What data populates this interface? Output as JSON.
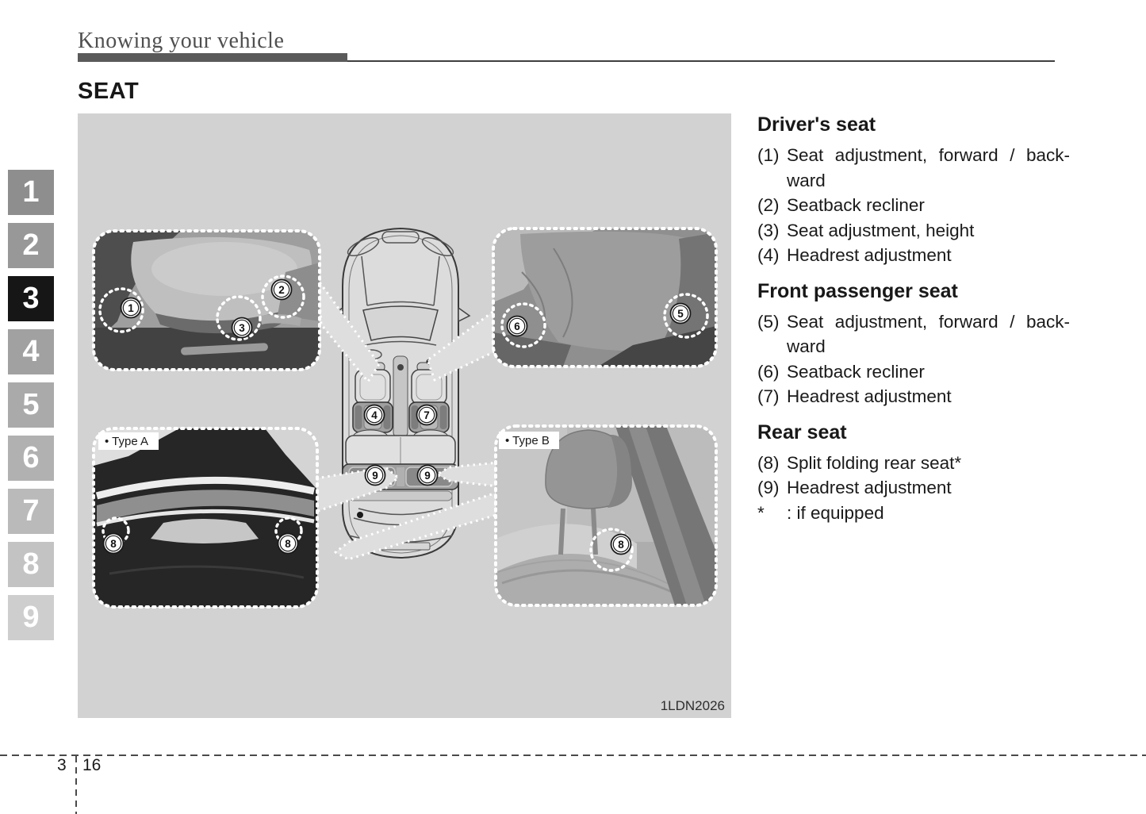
{
  "header": {
    "title": "Knowing your vehicle"
  },
  "section_title": "SEAT",
  "sidebar": {
    "tabs": [
      {
        "label": "1",
        "color": "#8e8e8e",
        "active": false
      },
      {
        "label": "2",
        "color": "#989898",
        "active": false
      },
      {
        "label": "3",
        "color": "#161616",
        "active": true
      },
      {
        "label": "4",
        "color": "#a1a1a1",
        "active": false
      },
      {
        "label": "5",
        "color": "#aaaaaa",
        "active": false
      },
      {
        "label": "6",
        "color": "#b1b1b1",
        "active": false
      },
      {
        "label": "7",
        "color": "#bababa",
        "active": false
      },
      {
        "label": "8",
        "color": "#c3c3c3",
        "active": false
      },
      {
        "label": "9",
        "color": "#cecece",
        "active": false
      }
    ]
  },
  "diagram": {
    "background": "#d2d2d2",
    "figure_code": "1LDN2026",
    "type_a_label": "• Type A",
    "type_b_label": "• Type B",
    "callouts": {
      "c1": "1",
      "c2": "2",
      "c3": "3",
      "c4": "4",
      "c5": "5",
      "c6": "6",
      "c7": "7",
      "c8a": "8",
      "c8b": "8",
      "c8c": "8",
      "c9a": "9",
      "c9b": "9"
    }
  },
  "content": {
    "sections": [
      {
        "heading": "Driver's seat",
        "items": [
          {
            "num": "(1)",
            "line1": "Seat adjustment, forward / back-",
            "line2": "ward"
          },
          {
            "num": "(2)",
            "line1": "Seatback recliner"
          },
          {
            "num": "(3)",
            "line1": "Seat adjustment, height"
          },
          {
            "num": "(4)",
            "line1": "Headrest adjustment"
          }
        ]
      },
      {
        "heading": "Front passenger seat",
        "items": [
          {
            "num": "(5)",
            "line1": "Seat adjustment, forward / back-",
            "line2": "ward"
          },
          {
            "num": "(6)",
            "line1": "Seatback recliner"
          },
          {
            "num": "(7)",
            "line1": "Headrest adjustment"
          }
        ]
      },
      {
        "heading": "Rear seat",
        "items": [
          {
            "num": "(8)",
            "line1": "Split folding rear seat*"
          },
          {
            "num": "(9)",
            "line1": "Headrest adjustment"
          },
          {
            "num": "*",
            "line1": ": if equipped"
          }
        ]
      }
    ]
  },
  "footer": {
    "chapter": "3",
    "page": "16"
  }
}
